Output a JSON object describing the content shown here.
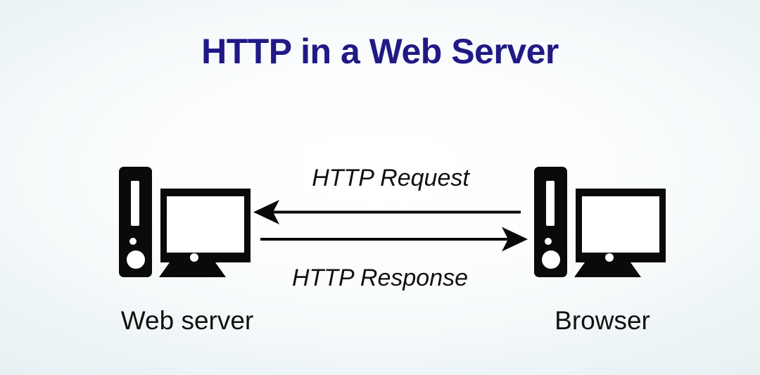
{
  "page": {
    "title": "HTTP in a Web Server",
    "title_color": "#201a86",
    "background_center_color": "#ffffff",
    "background_edge_color": "#e7f0f2",
    "diagram_stroke_color": "#000000"
  },
  "nodes": [
    {
      "id": "web-server",
      "label": "Web server",
      "icon": "computer-icon"
    },
    {
      "id": "browser",
      "label": "Browser",
      "icon": "computer-icon"
    }
  ],
  "flows": [
    {
      "id": "http-request",
      "label": "HTTP Request",
      "from": "browser",
      "to": "web-server",
      "direction": "right-to-left",
      "label_position": "above"
    },
    {
      "id": "http-response",
      "label": "HTTP Response",
      "from": "web-server",
      "to": "browser",
      "direction": "left-to-right",
      "label_position": "below"
    }
  ]
}
